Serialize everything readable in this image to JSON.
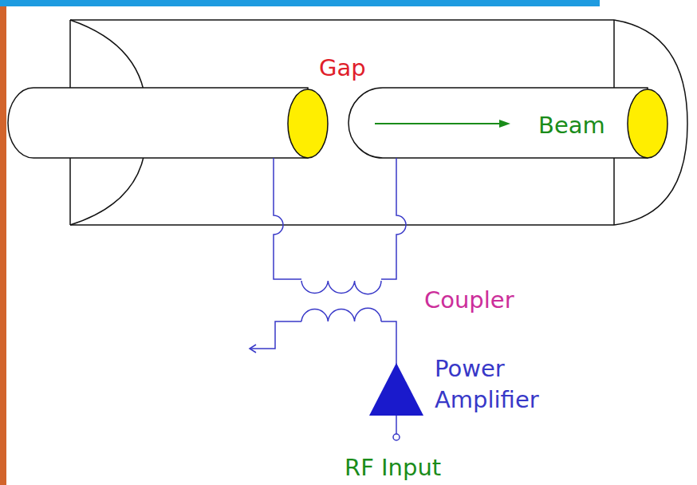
{
  "diagram": {
    "labels": [
      "Gap",
      "Beam",
      "Coupler",
      "Power Amplifier",
      "RF Input"
    ]
  }
}
